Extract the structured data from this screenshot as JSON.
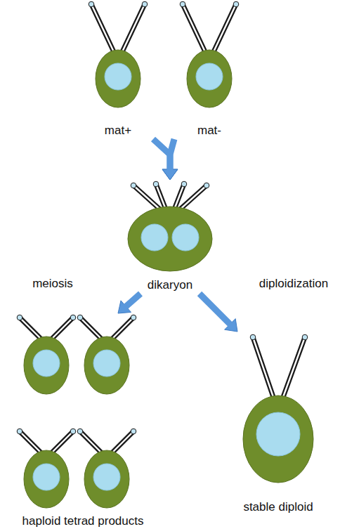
{
  "diagram": {
    "nodes": [
      {
        "text": [
          "mat+"
        ]
      },
      {
        "text": [
          "mat-"
        ]
      },
      {
        "text": [
          "dikaryon"
        ]
      },
      {
        "text": [
          "haploid tetrad products"
        ]
      },
      {
        "text": [
          "stable diploid"
        ]
      }
    ],
    "edges": [
      {
        "from": 0,
        "to": 2,
        "arrow": "to"
      },
      {
        "from": 1,
        "to": 2,
        "arrow": "to"
      },
      {
        "from": 2,
        "to": 3,
        "label": "meiosis",
        "arrow": "to"
      },
      {
        "from": 2,
        "to": 4,
        "label": "diploidization",
        "arrow": "to"
      }
    ]
  }
}
